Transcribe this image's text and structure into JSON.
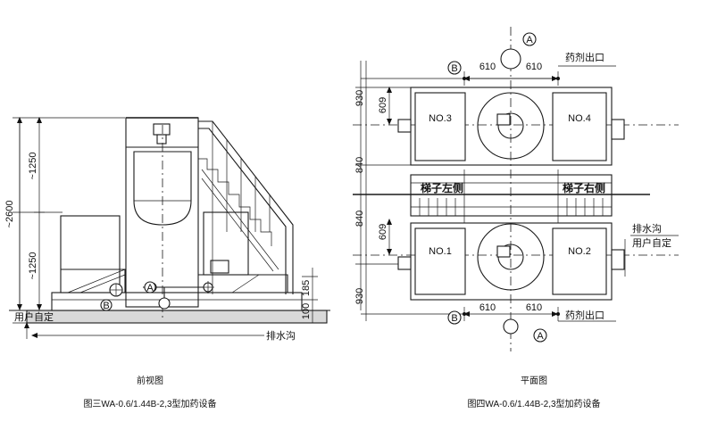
{
  "front_view": {
    "dim_total": "~2600",
    "dim_upper": "~1250",
    "dim_lower": "~1250",
    "dim_185": "185",
    "dim_100": "100",
    "marker_a": "A",
    "marker_b": "B",
    "user_defined": "用户自定",
    "drain": "排水沟",
    "view_title": "前视图",
    "caption": "图三WA-0.6/1.44B-2,3型加药设备"
  },
  "plan_view": {
    "marker_a": "A",
    "marker_b": "B",
    "dim_610": "610",
    "dim_930": "930",
    "dim_609": "609",
    "dim_840": "840",
    "outlet": "药剂出口",
    "tanks": [
      "NO.3",
      "NO.4",
      "NO.1",
      "NO.2"
    ],
    "ladder_left": "梯子左侧",
    "ladder_right": "梯子右侧",
    "drain": "排水沟",
    "user_defined": "用户自定",
    "view_title": "平面图",
    "caption": "图四WA-0.6/1.44B-2,3型加药设备"
  }
}
